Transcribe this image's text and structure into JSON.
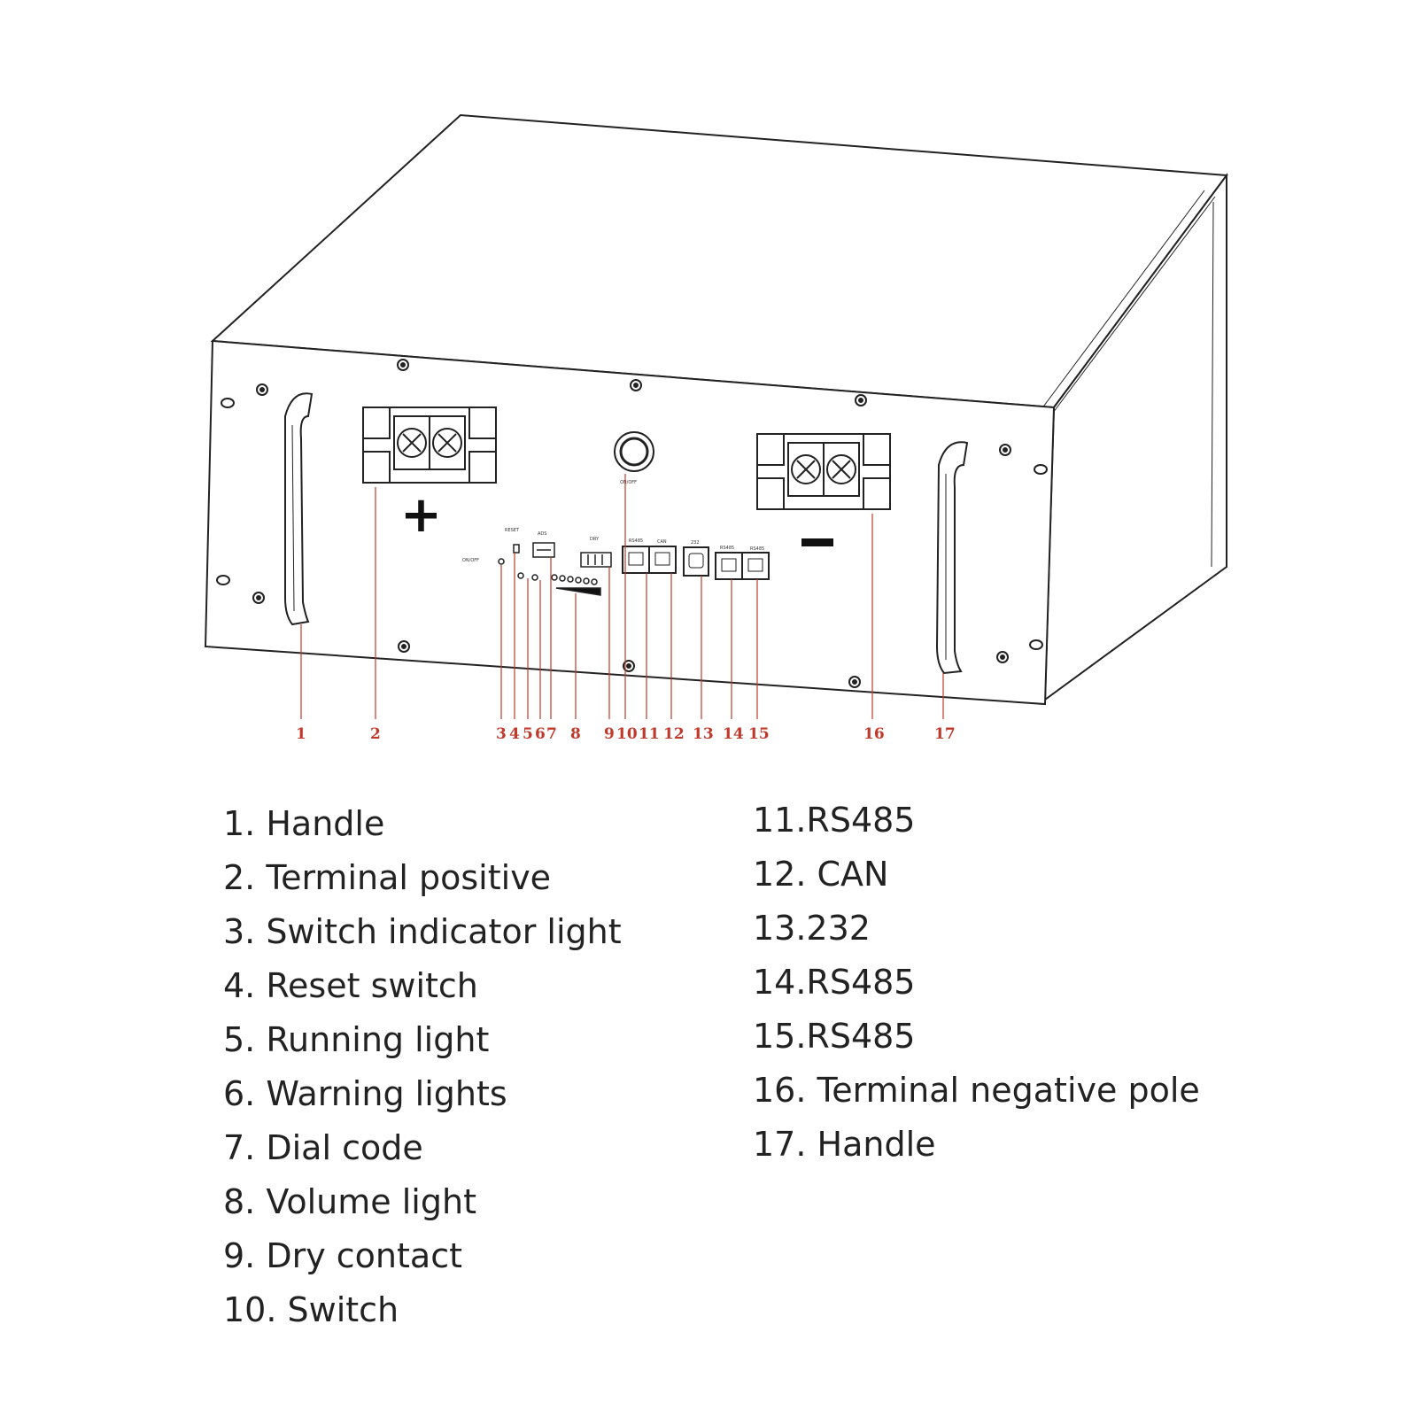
{
  "panel_labels": {
    "plus_sign": "+",
    "minus_sign": "—",
    "switch_text": "ON/OFF",
    "port_rs485_a": "RS485",
    "port_can": "CAN",
    "port_232": "232",
    "port_rs485_b": "RS485",
    "port_rs485_c": "RS485",
    "dial_code": "ADS",
    "dry_contact": "DRY",
    "reset": "RESET",
    "switch_indicator": "ON/OFF"
  },
  "callouts": [
    "1",
    "2",
    "3",
    "4",
    "5",
    "6",
    "7",
    "8",
    "9",
    "10",
    "11",
    "12",
    "13",
    "14",
    "15",
    "16",
    "17"
  ],
  "legend": {
    "left": [
      "1. Handle",
      "2. Terminal positive",
      "3. Switch indicator light",
      "4. Reset switch",
      "5. Running light",
      "6. Warning lights",
      "7. Dial code",
      "8. Volume light",
      "9. Dry contact",
      "10. Switch"
    ],
    "right": [
      "11.RS485",
      "12. CAN",
      "13.232",
      "14.RS485",
      "15.RS485",
      "16. Terminal negative pole",
      "17. Handle"
    ]
  },
  "colors": {
    "line": "#222222",
    "callout": "#c0392b",
    "background": "#ffffff"
  }
}
